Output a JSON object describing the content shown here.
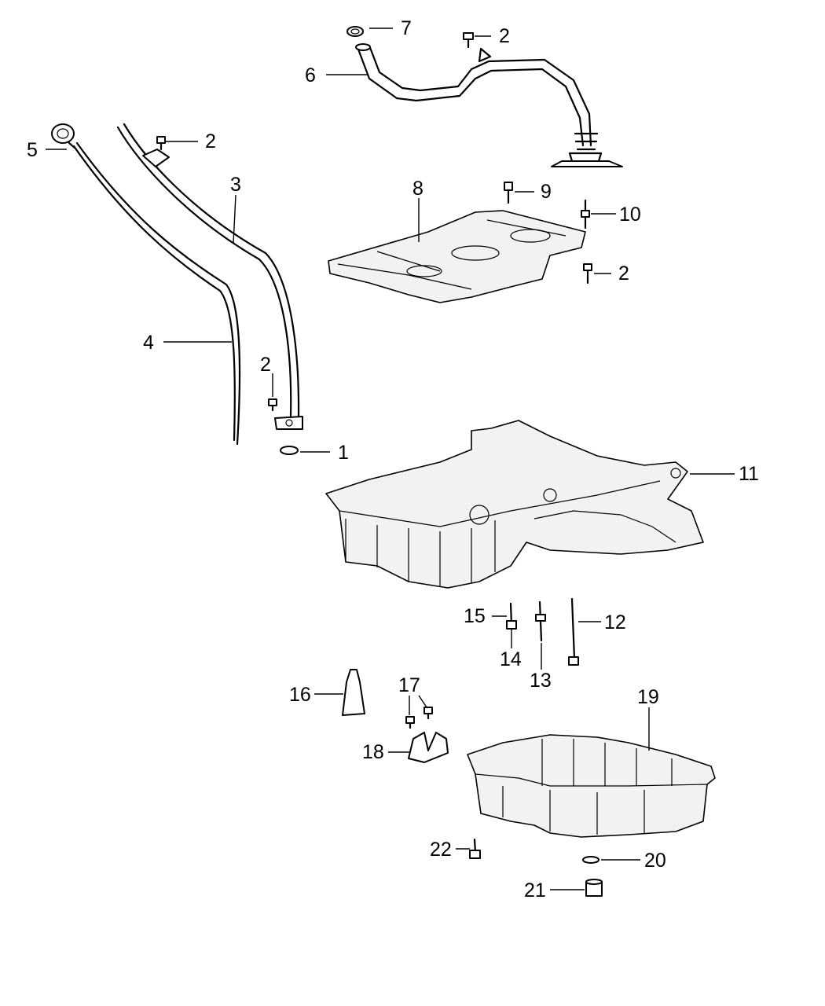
{
  "diagram": {
    "callouts": [
      {
        "id": "c1",
        "label": "1"
      },
      {
        "id": "c2a",
        "label": "2"
      },
      {
        "id": "c2b",
        "label": "2"
      },
      {
        "id": "c2c",
        "label": "2"
      },
      {
        "id": "c2d",
        "label": "2"
      },
      {
        "id": "c3",
        "label": "3"
      },
      {
        "id": "c4",
        "label": "4"
      },
      {
        "id": "c5",
        "label": "5"
      },
      {
        "id": "c6",
        "label": "6"
      },
      {
        "id": "c7",
        "label": "7"
      },
      {
        "id": "c8",
        "label": "8"
      },
      {
        "id": "c9",
        "label": "9"
      },
      {
        "id": "c10",
        "label": "10"
      },
      {
        "id": "c11",
        "label": "11"
      },
      {
        "id": "c12",
        "label": "12"
      },
      {
        "id": "c13",
        "label": "13"
      },
      {
        "id": "c14",
        "label": "14"
      },
      {
        "id": "c15",
        "label": "15"
      },
      {
        "id": "c16",
        "label": "16"
      },
      {
        "id": "c17",
        "label": "17"
      },
      {
        "id": "c18",
        "label": "18"
      },
      {
        "id": "c19",
        "label": "19"
      },
      {
        "id": "c20",
        "label": "20"
      },
      {
        "id": "c21",
        "label": "21"
      },
      {
        "id": "c22",
        "label": "22"
      }
    ]
  }
}
